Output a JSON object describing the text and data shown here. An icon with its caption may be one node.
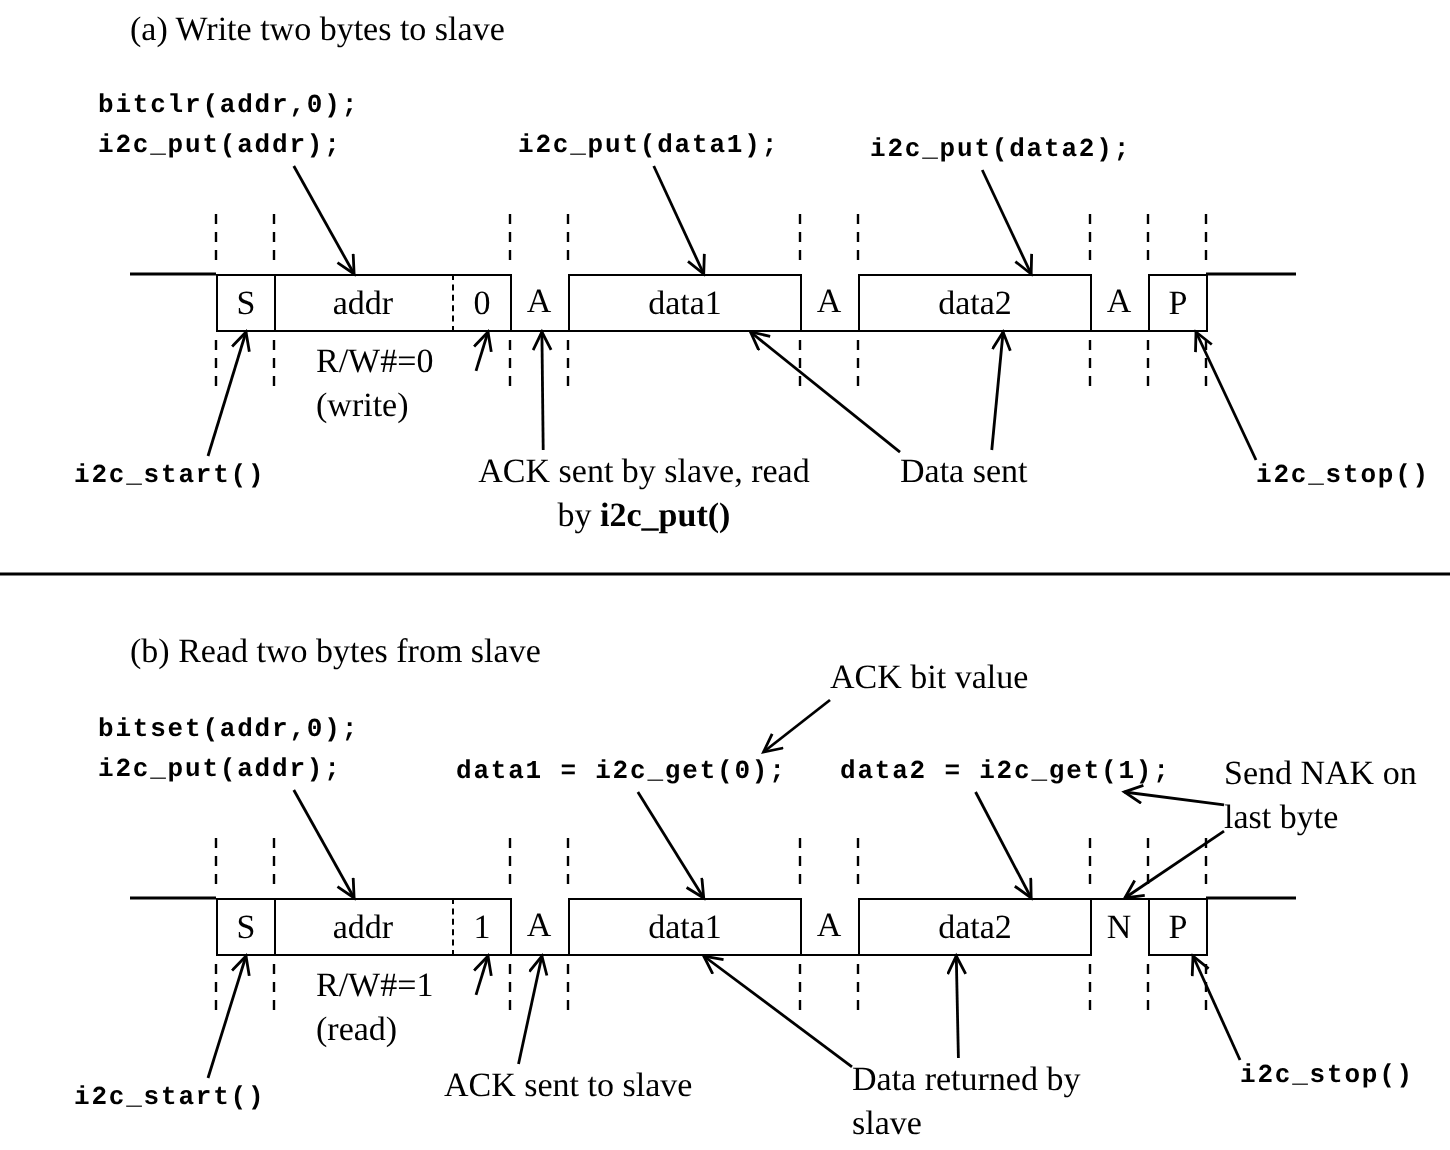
{
  "diagram": {
    "nodes": [
      {
        "text": [
          "S"
        ]
      },
      {
        "text": [
          "addr"
        ]
      },
      {
        "text": [
          "0"
        ]
      },
      {
        "text": [
          "A"
        ]
      },
      {
        "text": [
          "data1"
        ]
      },
      {
        "text": [
          "A"
        ]
      },
      {
        "text": [
          "data2"
        ]
      },
      {
        "text": [
          "A"
        ]
      },
      {
        "text": [
          "P"
        ]
      },
      {
        "text": [
          "bitclr(addr,0);",
          "i2c_put(addr);"
        ]
      },
      {
        "text": [
          "i2c_put(data1);"
        ]
      },
      {
        "text": [
          "i2c_put(data2);"
        ]
      },
      {
        "text": [
          "R/W#=0 (write)"
        ]
      },
      {
        "text": [
          "i2c_start()"
        ]
      },
      {
        "text": [
          "ACK sent by slave, read by **i2c_put()**"
        ]
      },
      {
        "text": [
          "Data sent"
        ]
      },
      {
        "text": [
          "i2c_stop()"
        ]
      },
      {
        "text": [
          "S"
        ]
      },
      {
        "text": [
          "addr"
        ]
      },
      {
        "text": [
          "1"
        ]
      },
      {
        "text": [
          "A"
        ]
      },
      {
        "text": [
          "data1"
        ]
      },
      {
        "text": [
          "A"
        ]
      },
      {
        "text": [
          "data2"
        ]
      },
      {
        "text": [
          "N"
        ]
      },
      {
        "text": [
          "P"
        ]
      },
      {
        "text": [
          "bitset(addr,0);",
          "i2c_put(addr);"
        ]
      },
      {
        "text": [
          "ACK bit value"
        ]
      },
      {
        "text": [
          "data1 = i2c_get(0);"
        ]
      },
      {
        "text": [
          "data2 = i2c_get(1);"
        ]
      },
      {
        "text": [
          "Send NAK on last byte"
        ]
      },
      {
        "text": [
          "R/W#=1 (read)"
        ]
      },
      {
        "text": [
          "i2c_start()"
        ]
      },
      {
        "text": [
          "ACK sent to slave"
        ]
      },
      {
        "text": [
          "Data returned by slave"
        ]
      },
      {
        "text": [
          "i2c_stop()"
        ]
      }
    ],
    "edges": [
      {
        "from": 9,
        "to": 1,
        "arrow": "to"
      },
      {
        "from": 10,
        "to": 4,
        "arrow": "to"
      },
      {
        "from": 11,
        "to": 6,
        "arrow": "to"
      },
      {
        "from": 12,
        "to": 2,
        "arrow": "to"
      },
      {
        "from": 13,
        "to": 0,
        "arrow": "to"
      },
      {
        "from": 14,
        "to": 3,
        "arrow": "to"
      },
      {
        "from": 15,
        "to": 4,
        "arrow": "to"
      },
      {
        "from": 15,
        "to": 6,
        "arrow": "to"
      },
      {
        "from": 16,
        "to": 8,
        "arrow": "to"
      },
      {
        "from": 26,
        "to": 18,
        "arrow": "to"
      },
      {
        "from": 27,
        "to": 28,
        "arrow": "to"
      },
      {
        "from": 28,
        "to": 21,
        "arrow": "to"
      },
      {
        "from": 29,
        "to": 23,
        "arrow": "to"
      },
      {
        "from": 30,
        "to": 29,
        "arrow": "to"
      },
      {
        "from": 30,
        "to": 24,
        "arrow": "to"
      },
      {
        "from": 31,
        "to": 19,
        "arrow": "to"
      },
      {
        "from": 32,
        "to": 17,
        "arrow": "to"
      },
      {
        "from": 33,
        "to": 20,
        "arrow": "to"
      },
      {
        "from": 34,
        "to": 21,
        "arrow": "to"
      },
      {
        "from": 34,
        "to": 23,
        "arrow": "to"
      },
      {
        "from": 35,
        "to": 25,
        "arrow": "to"
      }
    ],
    "labels": [
      "(a) Write two bytes to slave",
      "(b) Read two bytes from slave"
    ]
  }
}
